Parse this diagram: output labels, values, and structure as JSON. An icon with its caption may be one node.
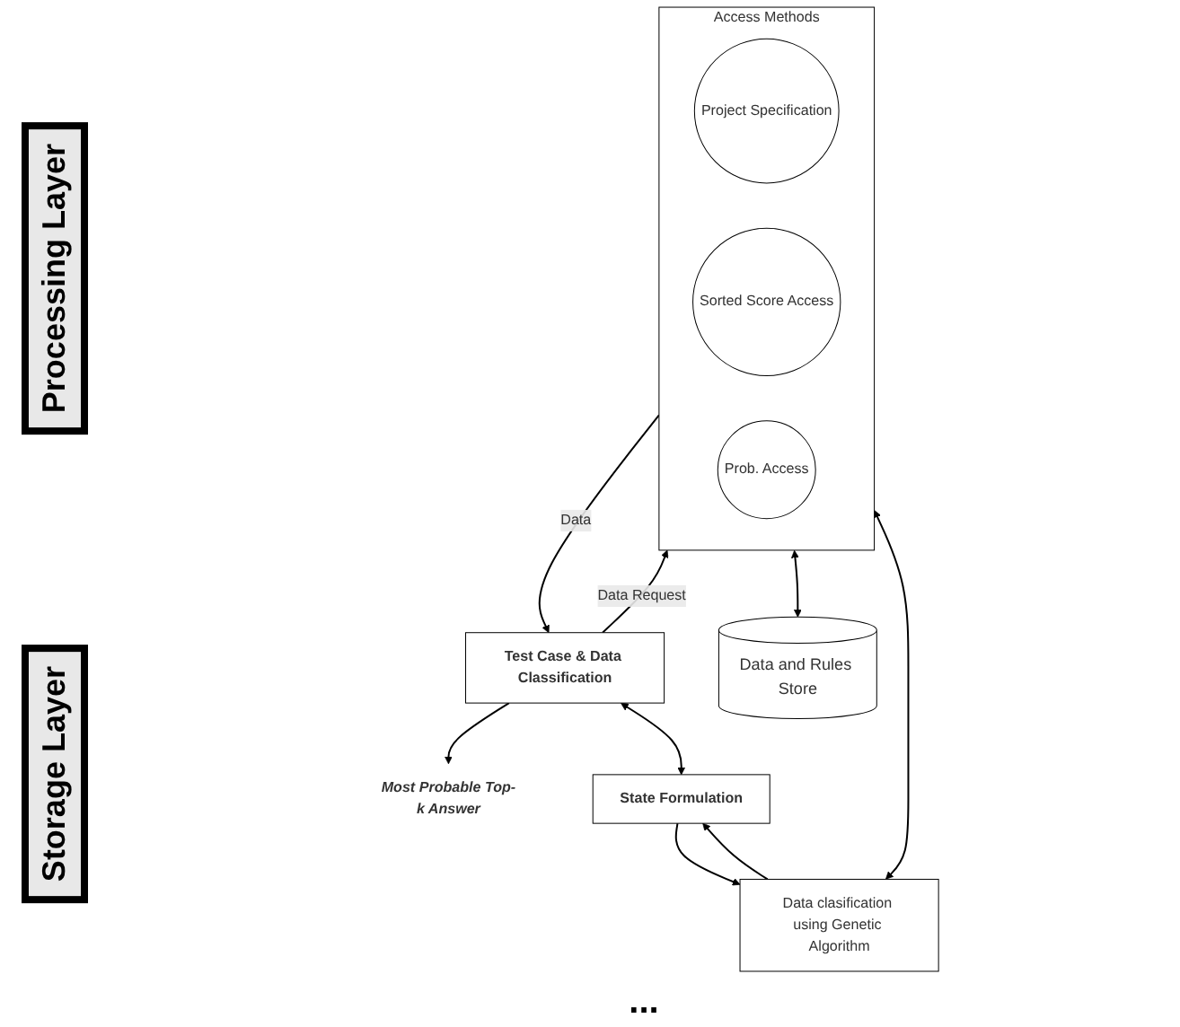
{
  "diagram": {
    "nodes": [
      {
        "text": [
          "Most Probable Top-k Answer"
        ]
      },
      {
        "text": [
          "Test Case & Data Classification"
        ]
      },
      {
        "text": [
          "State Formulation"
        ]
      },
      {
        "text": [
          "Data clasification using Genetic Algorithm"
        ]
      },
      {
        "text": [
          "Access Methods"
        ]
      },
      {
        "text": [
          "Project Specification"
        ],
        "in": 4
      },
      {
        "text": [
          "Sorted Score Access"
        ],
        "in": 4
      },
      {
        "text": [
          "Prob. Access"
        ],
        "in": 4
      },
      {
        "text": [
          "Data and Rules Store"
        ]
      }
    ],
    "edges": [
      {
        "from": 1,
        "to": 0,
        "arrow": "to"
      },
      {
        "from": 1,
        "to": 4,
        "label": "Data Request",
        "arrow": "to"
      },
      {
        "from": 4,
        "to": 1,
        "label": "Data",
        "arrow": "to"
      },
      {
        "from": 1,
        "to": 2,
        "arrow": "both"
      },
      {
        "from": 2,
        "to": 3,
        "arrow": "to"
      },
      {
        "from": 3,
        "to": 2,
        "arrow": "to"
      },
      {
        "from": 3,
        "to": 4,
        "arrow": "both"
      },
      {
        "from": 4,
        "to": 8,
        "arrow": "both"
      }
    ],
    "labels": [
      "Processing Layer",
      "Storage Layer",
      "..."
    ]
  }
}
